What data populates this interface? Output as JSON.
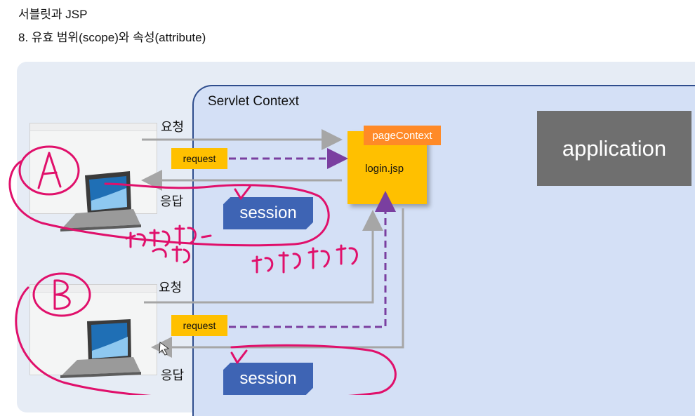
{
  "header": {
    "title": "서블릿과 JSP",
    "subtitle": "8. 유효 범위(scope)와 속성(attribute)"
  },
  "diagram": {
    "context_label": "Servlet Context",
    "application_label": "application",
    "page_context_label": "pageContext",
    "jsp_label": "login.jsp",
    "client_a": {
      "request_label": "요청",
      "response_label": "응답",
      "request_box": "request",
      "session_box": "session"
    },
    "client_b": {
      "request_label": "요청",
      "response_label": "응답",
      "request_box": "request",
      "session_box": "session"
    }
  },
  "colors": {
    "slide_bg": "#e6ecf5",
    "context_bg": "#d4e0f6",
    "context_border": "#2f4d8d",
    "jsp": "#ffc000",
    "page_context": "#ff8a27",
    "session": "#3e64b4",
    "application": "#6f6f6f",
    "arrow": "#a6a6a6",
    "dashed_arrow": "#7a3fa0",
    "annotation_ink": "#e0106b"
  },
  "icons": [
    "browser-window-icon",
    "laptop-icon",
    "cursor-icon"
  ]
}
